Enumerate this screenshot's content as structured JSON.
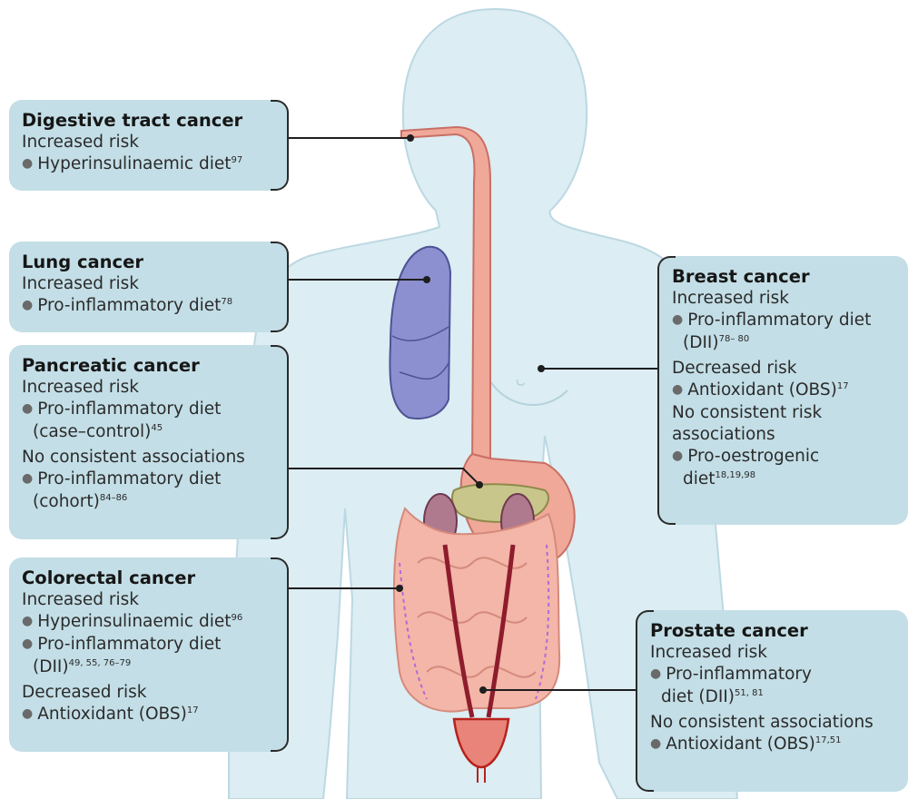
{
  "boxes": {
    "digestive": {
      "title": "Digestive tract cancer",
      "increased": "Increased risk",
      "b1": "Hyperinsulinaemic diet",
      "b1_ref": "97"
    },
    "lung": {
      "title": "Lung cancer",
      "increased": "Increased risk",
      "b1": "Pro-inflammatory diet",
      "b1_ref": "78"
    },
    "pancreatic": {
      "title": "Pancreatic cancer",
      "increased": "Increased risk",
      "b1": "Pro-inflammatory diet",
      "b1_cont": "(case–control)",
      "b1_ref": "45",
      "noconsistent": "No consistent associations",
      "b2": "Pro-inflammatory diet",
      "b2_cont": "(cohort)",
      "b2_ref": "84–86"
    },
    "colorectal": {
      "title": "Colorectal cancer",
      "increased": "Increased risk",
      "b1": "Hyperinsulinaemic diet",
      "b1_ref": "96",
      "b2": "Pro-inflammatory diet",
      "b2_cont": "(DII)",
      "b2_ref": "49, 55, 76–79",
      "decreased": "Decreased risk",
      "b3": "Antioxidant (OBS)",
      "b3_ref": "17"
    },
    "breast": {
      "title": "Breast cancer",
      "increased": "Increased risk",
      "b1": "Pro-inflammatory diet",
      "b1_cont": "(DII)",
      "b1_ref": "78– 80",
      "decreased": "Decreased risk",
      "b2": "Antioxidant (OBS)",
      "b2_ref": "17",
      "noconsistent_1": "No consistent risk",
      "noconsistent_2": "associations",
      "b3": "Pro-oestrogenic",
      "b3_cont": "diet",
      "b3_ref": "18,19,98"
    },
    "prostate": {
      "title": "Prostate cancer",
      "increased": "Increased risk",
      "b1": "Pro-inflammatory",
      "b1_cont": "diet (DII)",
      "b1_ref": "51, 81",
      "noconsistent": "No consistent associations",
      "b2": "Antioxidant (OBS)",
      "b2_ref": "17,51"
    }
  },
  "colors": {
    "box_fill": "#c3dee6",
    "body_fill": "#dcedf3",
    "esophagus": "#f0a898",
    "lung": "#8c8fd0",
    "kidney": "#b07a8e",
    "intestine": "#f3b6a8",
    "vessel": "#8e1c2c",
    "bladder": "#e8847a"
  },
  "icons": [
    "digestive-tract",
    "lung",
    "pancreas",
    "kidneys",
    "colon",
    "prostate-bladder",
    "breast",
    "human-silhouette"
  ]
}
